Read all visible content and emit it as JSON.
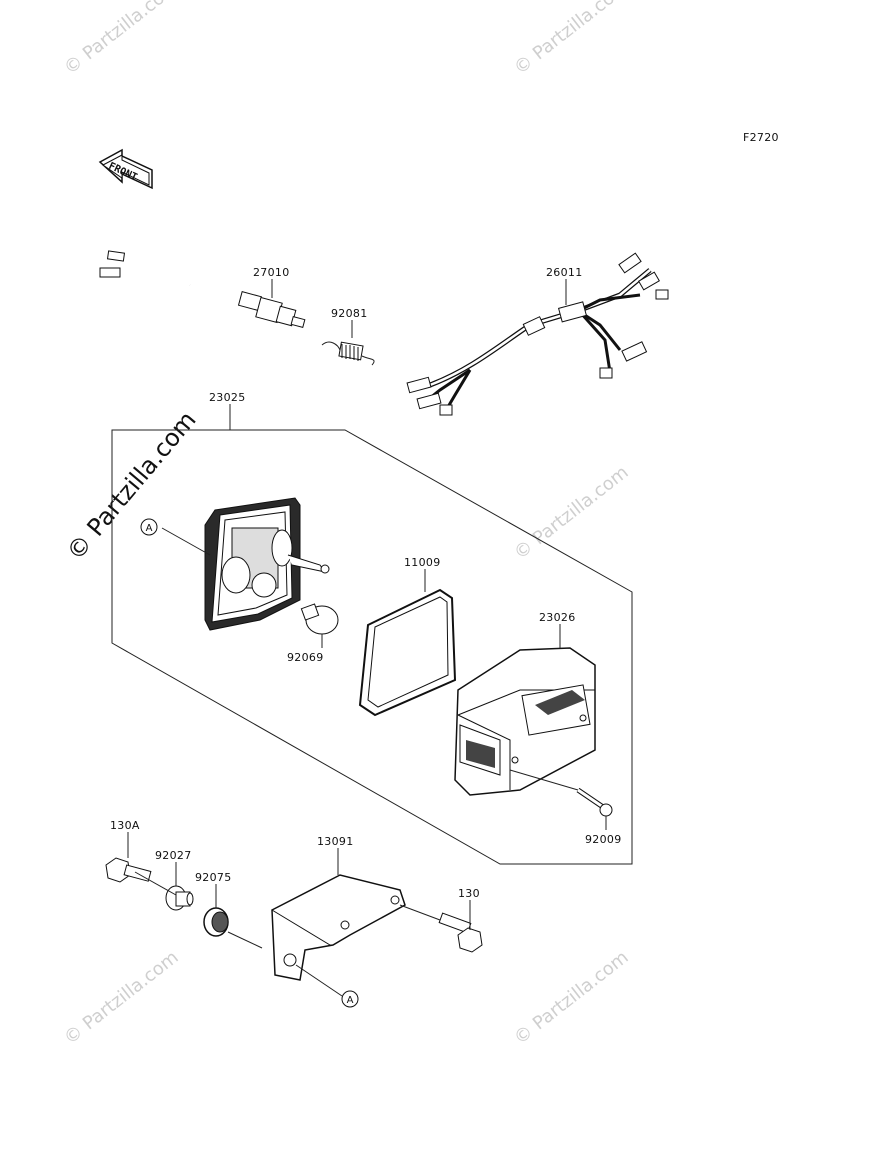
{
  "diagram_code": "F2720",
  "front_label": "FRONT",
  "watermark_text": "© Partzilla.com",
  "watermark_main": "© Partzilla.com",
  "callouts": {
    "p27010": "27010",
    "p92081": "92081",
    "p26011": "26011",
    "p23025": "23025",
    "p11009": "11009",
    "p23026": "23026",
    "p92069": "92069",
    "p92009": "92009",
    "p130A": "130A",
    "p92027": "92027",
    "p92075": "92075",
    "p13091": "13091",
    "p130": "130"
  },
  "ref_marker": "A",
  "colors": {
    "line": "#222222",
    "watermark": "#cfcfcf",
    "part_fill": "#ffffff",
    "dark_fill": "#2a2a2a"
  }
}
